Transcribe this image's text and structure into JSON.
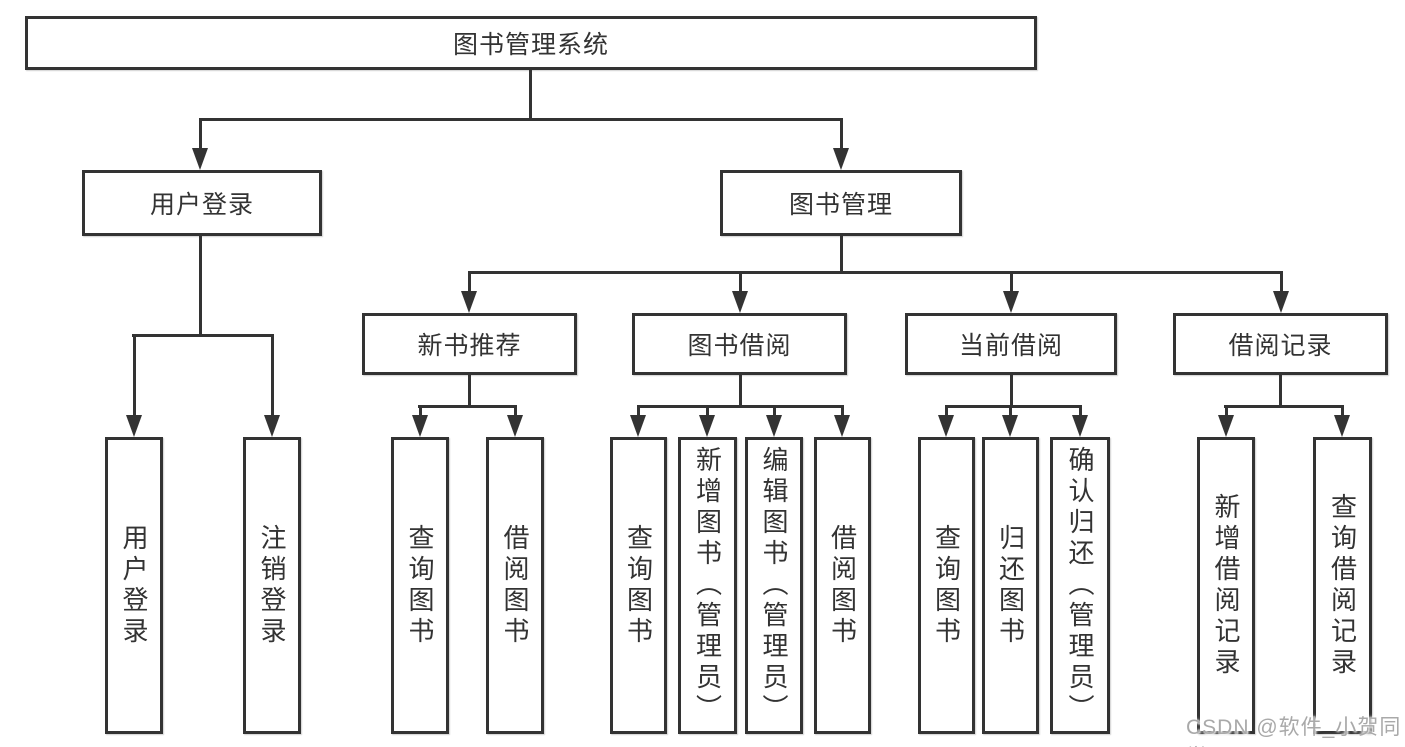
{
  "colors": {
    "line": "#333333",
    "box_border": "#333333",
    "text": "#333333",
    "watermark": "#a9a9a9",
    "background": "#ffffff"
  },
  "tree": {
    "root": {
      "label": "图书管理系统"
    },
    "branches": [
      {
        "label": "用户登录",
        "children": [
          {
            "label": "用户登录"
          },
          {
            "label": "注销登录"
          }
        ]
      },
      {
        "label": "图书管理",
        "children": [
          {
            "label": "新书推荐",
            "children": [
              {
                "label": "查询图书"
              },
              {
                "label": "借阅图书"
              }
            ]
          },
          {
            "label": "图书借阅",
            "children": [
              {
                "label": "查询图书"
              },
              {
                "label": "新增图书（管理员）"
              },
              {
                "label": "编辑图书（管理员）"
              },
              {
                "label": "借阅图书"
              }
            ]
          },
          {
            "label": "当前借阅",
            "children": [
              {
                "label": "查询图书"
              },
              {
                "label": "归还图书"
              },
              {
                "label": "确认归还（管理员）"
              }
            ]
          },
          {
            "label": "借阅记录",
            "children": [
              {
                "label": "新增借阅记录"
              },
              {
                "label": "查询借阅记录"
              }
            ]
          }
        ]
      }
    ]
  },
  "watermark": {
    "label": "CSDN @软件_小贺同学"
  }
}
